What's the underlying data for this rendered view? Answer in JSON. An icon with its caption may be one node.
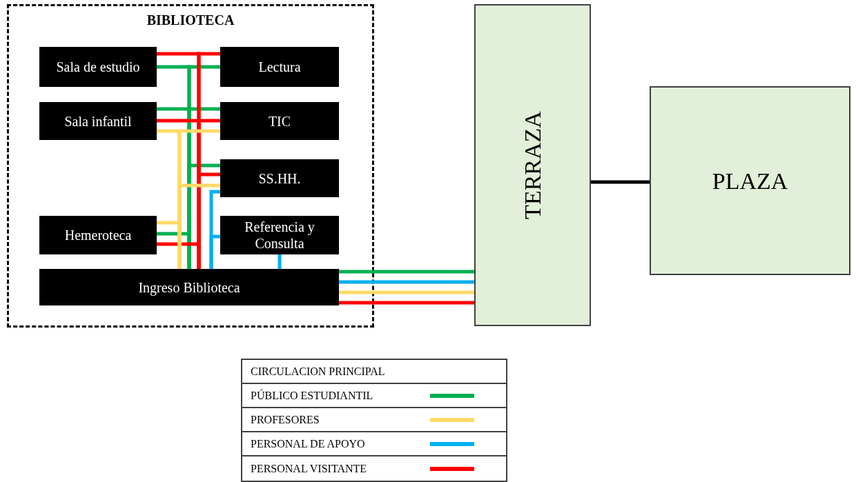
{
  "diagram": {
    "nodes": [
      {
        "text": [
          "BIBLIOTECA"
        ]
      },
      {
        "text": [
          "Sala de estudio"
        ],
        "in": 0
      },
      {
        "text": [
          "Lectura"
        ],
        "in": 0
      },
      {
        "text": [
          "Sala infantil"
        ],
        "in": 0
      },
      {
        "text": [
          "TIC"
        ],
        "in": 0
      },
      {
        "text": [
          "SS.HH."
        ],
        "in": 0
      },
      {
        "text": [
          "Hemeroteca"
        ],
        "in": 0
      },
      {
        "text": [
          "Referencia y Consulta"
        ],
        "in": 0
      },
      {
        "text": [
          "Ingreso Biblioteca"
        ],
        "in": 0
      },
      {
        "text": [
          "TERRAZA"
        ]
      },
      {
        "text": [
          "PLAZA"
        ]
      }
    ],
    "edges": [
      {
        "from": 8,
        "to": 1,
        "arrow": "none",
        "color": "#00b050"
      },
      {
        "from": 8,
        "to": 2,
        "arrow": "none",
        "color": "#00b050"
      },
      {
        "from": 8,
        "to": 3,
        "arrow": "none",
        "color": "#00b050"
      },
      {
        "from": 8,
        "to": 4,
        "arrow": "none",
        "color": "#00b050"
      },
      {
        "from": 8,
        "to": 5,
        "arrow": "none",
        "color": "#00b050"
      },
      {
        "from": 8,
        "to": 6,
        "arrow": "none",
        "color": "#00b050"
      },
      {
        "from": 8,
        "to": 1,
        "arrow": "none",
        "color": "#ff0000"
      },
      {
        "from": 8,
        "to": 2,
        "arrow": "none",
        "color": "#ff0000"
      },
      {
        "from": 8,
        "to": 3,
        "arrow": "none",
        "color": "#ff0000"
      },
      {
        "from": 8,
        "to": 4,
        "arrow": "none",
        "color": "#ff0000"
      },
      {
        "from": 8,
        "to": 5,
        "arrow": "none",
        "color": "#ff0000"
      },
      {
        "from": 8,
        "to": 6,
        "arrow": "none",
        "color": "#ff0000"
      },
      {
        "from": 8,
        "to": 3,
        "arrow": "none",
        "color": "#ffd966"
      },
      {
        "from": 8,
        "to": 4,
        "arrow": "none",
        "color": "#ffd966"
      },
      {
        "from": 8,
        "to": 5,
        "arrow": "none",
        "color": "#ffd966"
      },
      {
        "from": 8,
        "to": 6,
        "arrow": "none",
        "color": "#ffd966"
      },
      {
        "from": 8,
        "to": 5,
        "arrow": "none",
        "color": "#00b0f0"
      },
      {
        "from": 8,
        "to": 7,
        "arrow": "none",
        "color": "#00b0f0"
      },
      {
        "from": 7,
        "to": 8,
        "arrow": "none",
        "color": "#00b0f0"
      },
      {
        "from": 8,
        "to": 9,
        "arrow": "none",
        "color": "#00b050"
      },
      {
        "from": 8,
        "to": 9,
        "arrow": "none",
        "color": "#00b0f0"
      },
      {
        "from": 8,
        "to": 9,
        "arrow": "none",
        "color": "#ffd966"
      },
      {
        "from": 8,
        "to": 9,
        "arrow": "none",
        "color": "#ff0000"
      },
      {
        "from": 9,
        "to": 10,
        "arrow": "none",
        "color": "#000000"
      }
    ],
    "labels": [
      "CIRCULACION PRINCIPAL"
    ],
    "legend": [
      {
        "text": "PÚBLICO ESTUDIANTIL",
        "color": "#00b050"
      },
      {
        "text": "PROFESORES",
        "color": "#ffd966"
      },
      {
        "text": "PERSONAL DE APOYO",
        "color": "#00b0f0"
      },
      {
        "text": "PERSONAL VISITANTE",
        "color": "#ff0000"
      }
    ]
  }
}
